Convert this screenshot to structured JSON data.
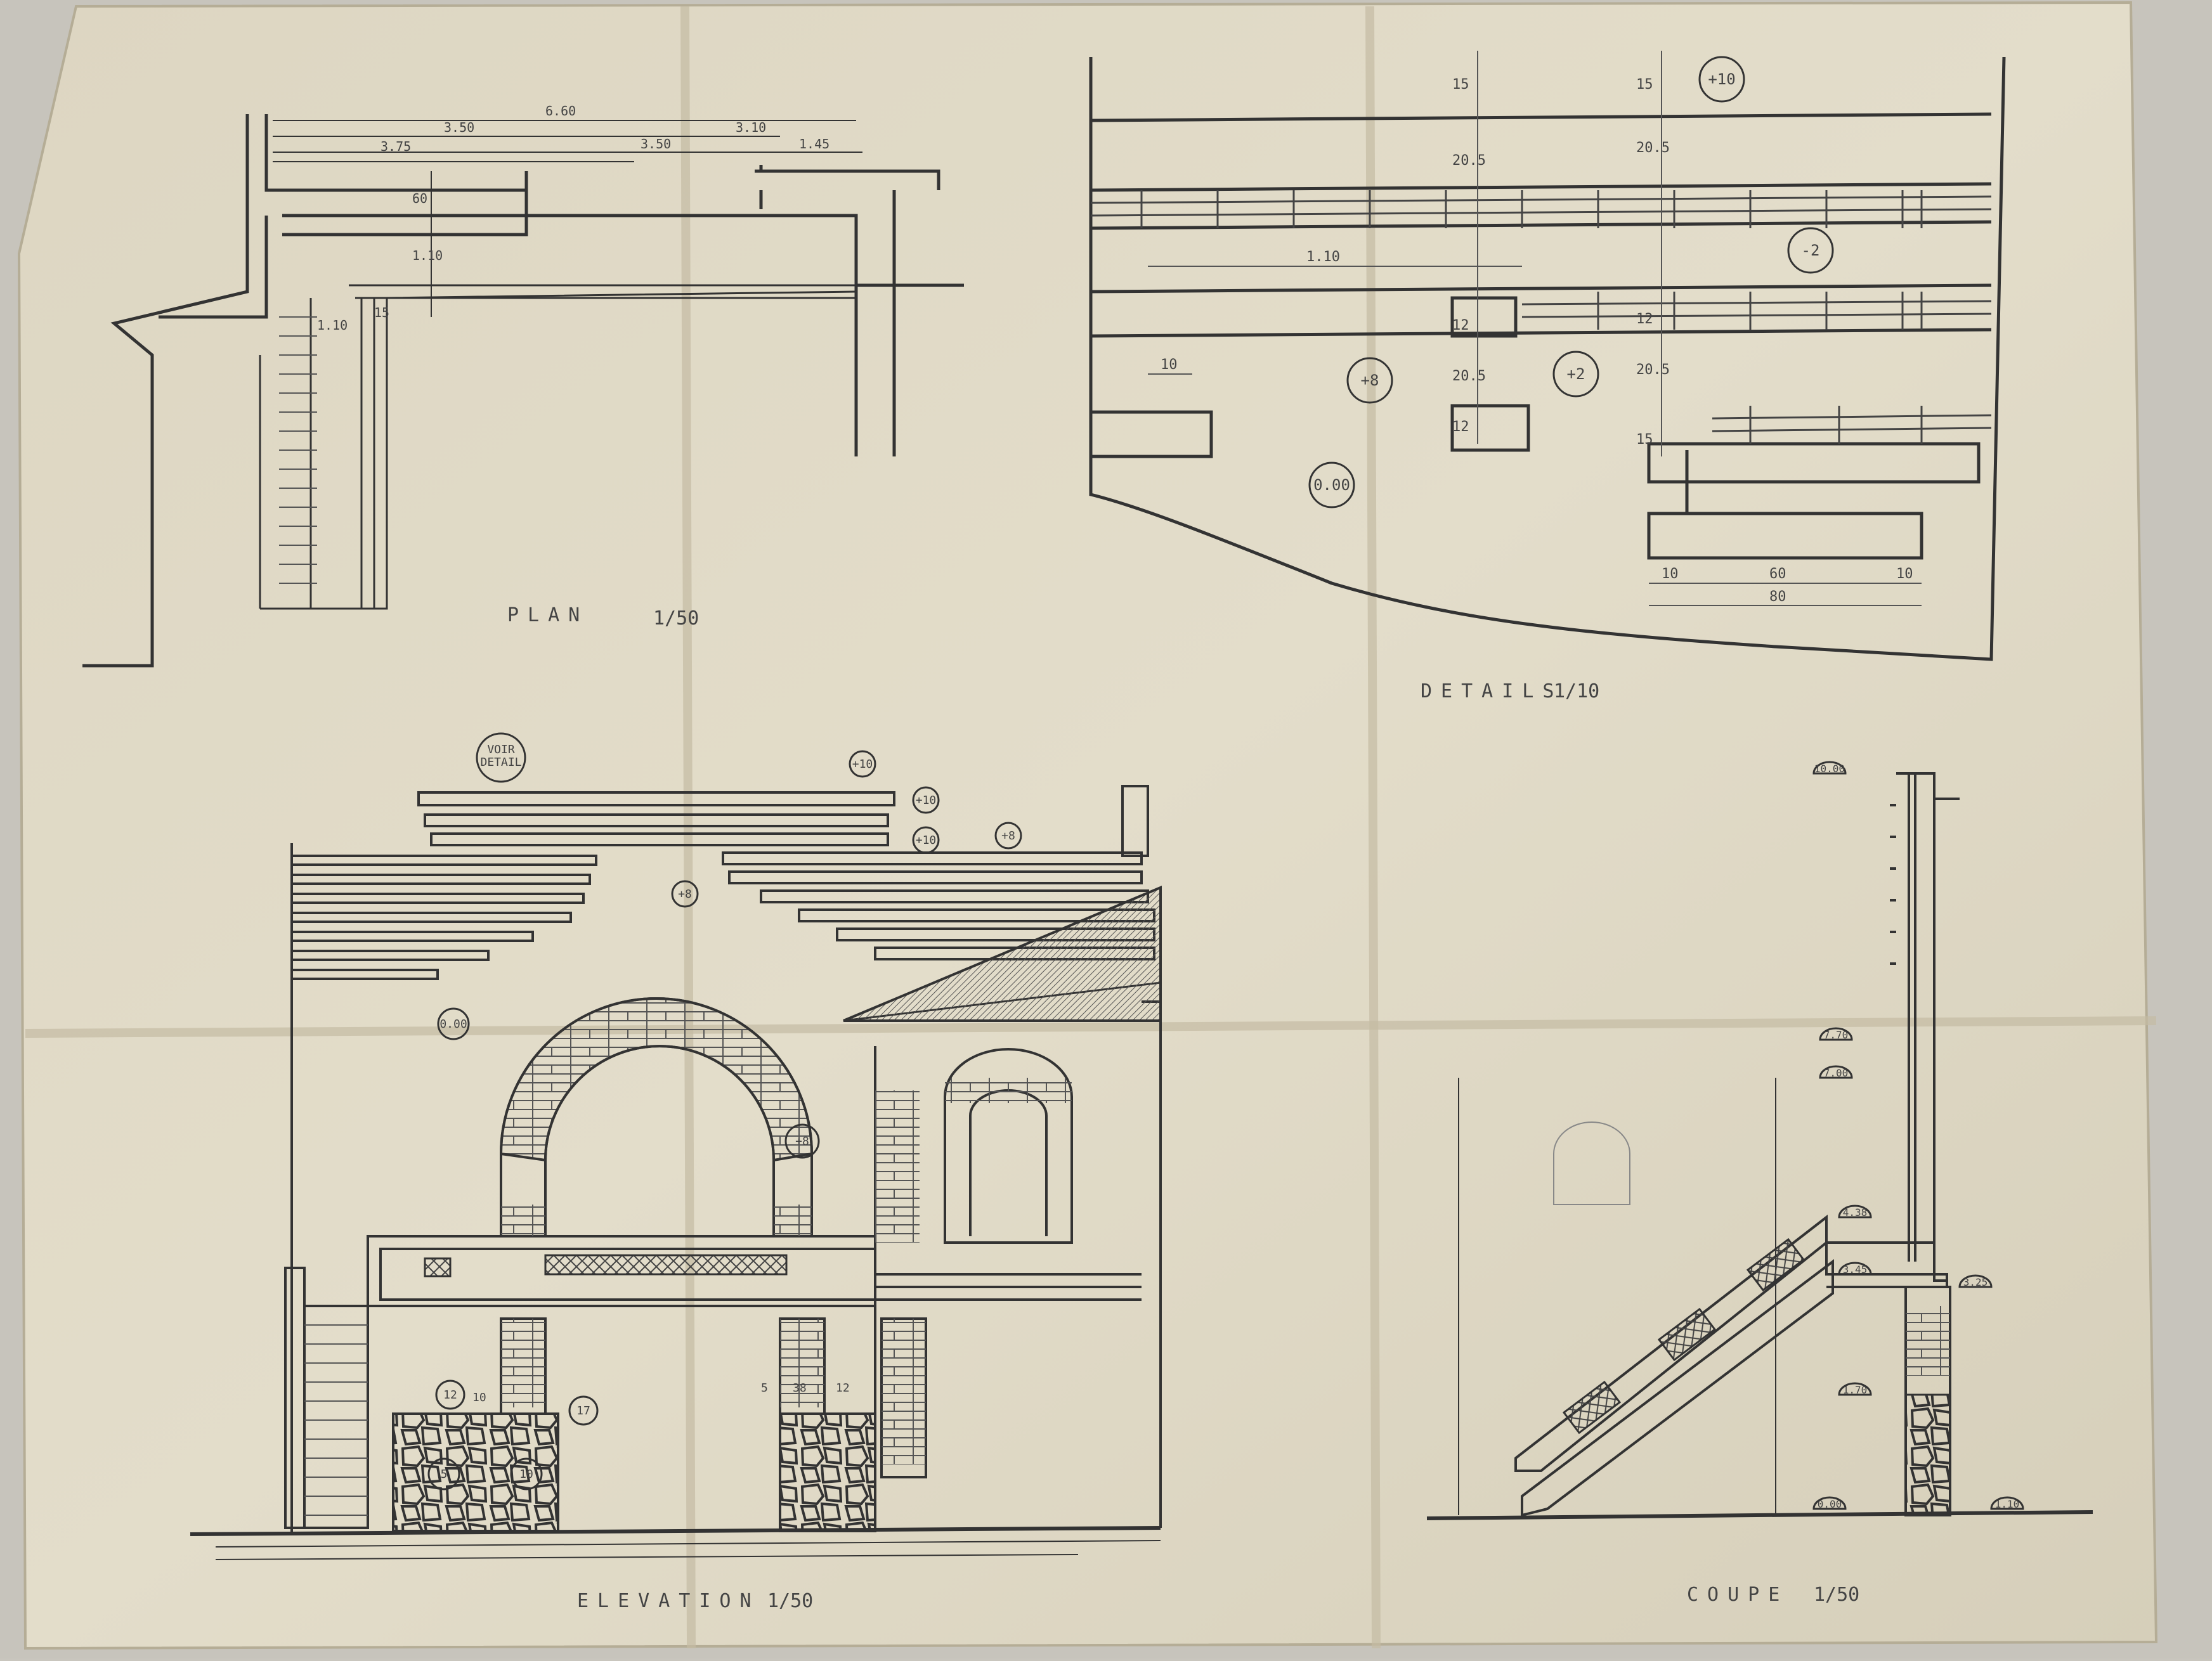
{
  "labels": {
    "plan": "PLAN",
    "plan_scale": "1/50",
    "details": "DETAILS",
    "details_scale": "1/10",
    "elevation": "ELEVATION",
    "elevation_scale": "1/50",
    "coupe": "COUPE",
    "coupe_scale": "1/50",
    "voir_detail_1": "VOIR",
    "voir_detail_2": "DETAIL"
  },
  "plan_dims": {
    "total": "6.60",
    "a": "3.50",
    "b": "3.75",
    "c": "3.50",
    "d": "3.10",
    "e": "1.45",
    "f": "60",
    "g": "1.10",
    "h": "1.10",
    "i": "15"
  },
  "details_dims": {
    "d15a": "15",
    "d15b": "15",
    "d203a": "20.5",
    "d203b": "20.5",
    "d12a": "12",
    "d12b": "12",
    "d12c": "12",
    "d205": "20.5",
    "d205b": "20.5",
    "d110": "1.10",
    "d10": "10",
    "d10b": "10",
    "d60": "60",
    "d10c": "10",
    "d80": "80",
    "d15c": "15"
  },
  "levels": {
    "details": [
      "+10",
      "-2",
      "+8",
      "+2",
      "0.00"
    ],
    "elevation": [
      "+10",
      "+10",
      "+8",
      "+10",
      "+8",
      "0.00",
      "+8",
      "12",
      "17",
      "5",
      "10"
    ],
    "coupe": [
      "10.00",
      "7.70",
      "7.00",
      "4.38",
      "3.45",
      "3.25",
      "1.70",
      "0.00",
      "1.10"
    ]
  },
  "elevation_dims": {
    "e10": "10",
    "e5": "5",
    "e38": "38",
    "e12": "12"
  }
}
